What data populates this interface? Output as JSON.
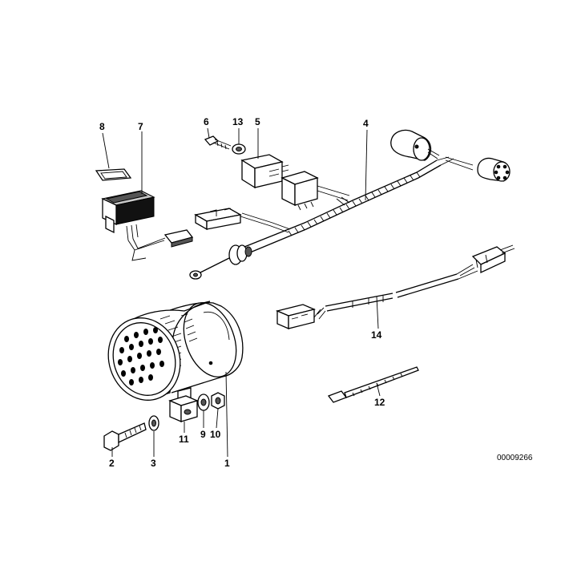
{
  "callouts": {
    "c1": "1",
    "c2": "2",
    "c3": "3",
    "c4": "4",
    "c5": "5",
    "c6": "6",
    "c7": "7",
    "c8": "8",
    "c9": "9",
    "c10": "10",
    "c11": "11",
    "c12": "12",
    "c13": "13",
    "c14": "14"
  },
  "reference_code": "00009266"
}
